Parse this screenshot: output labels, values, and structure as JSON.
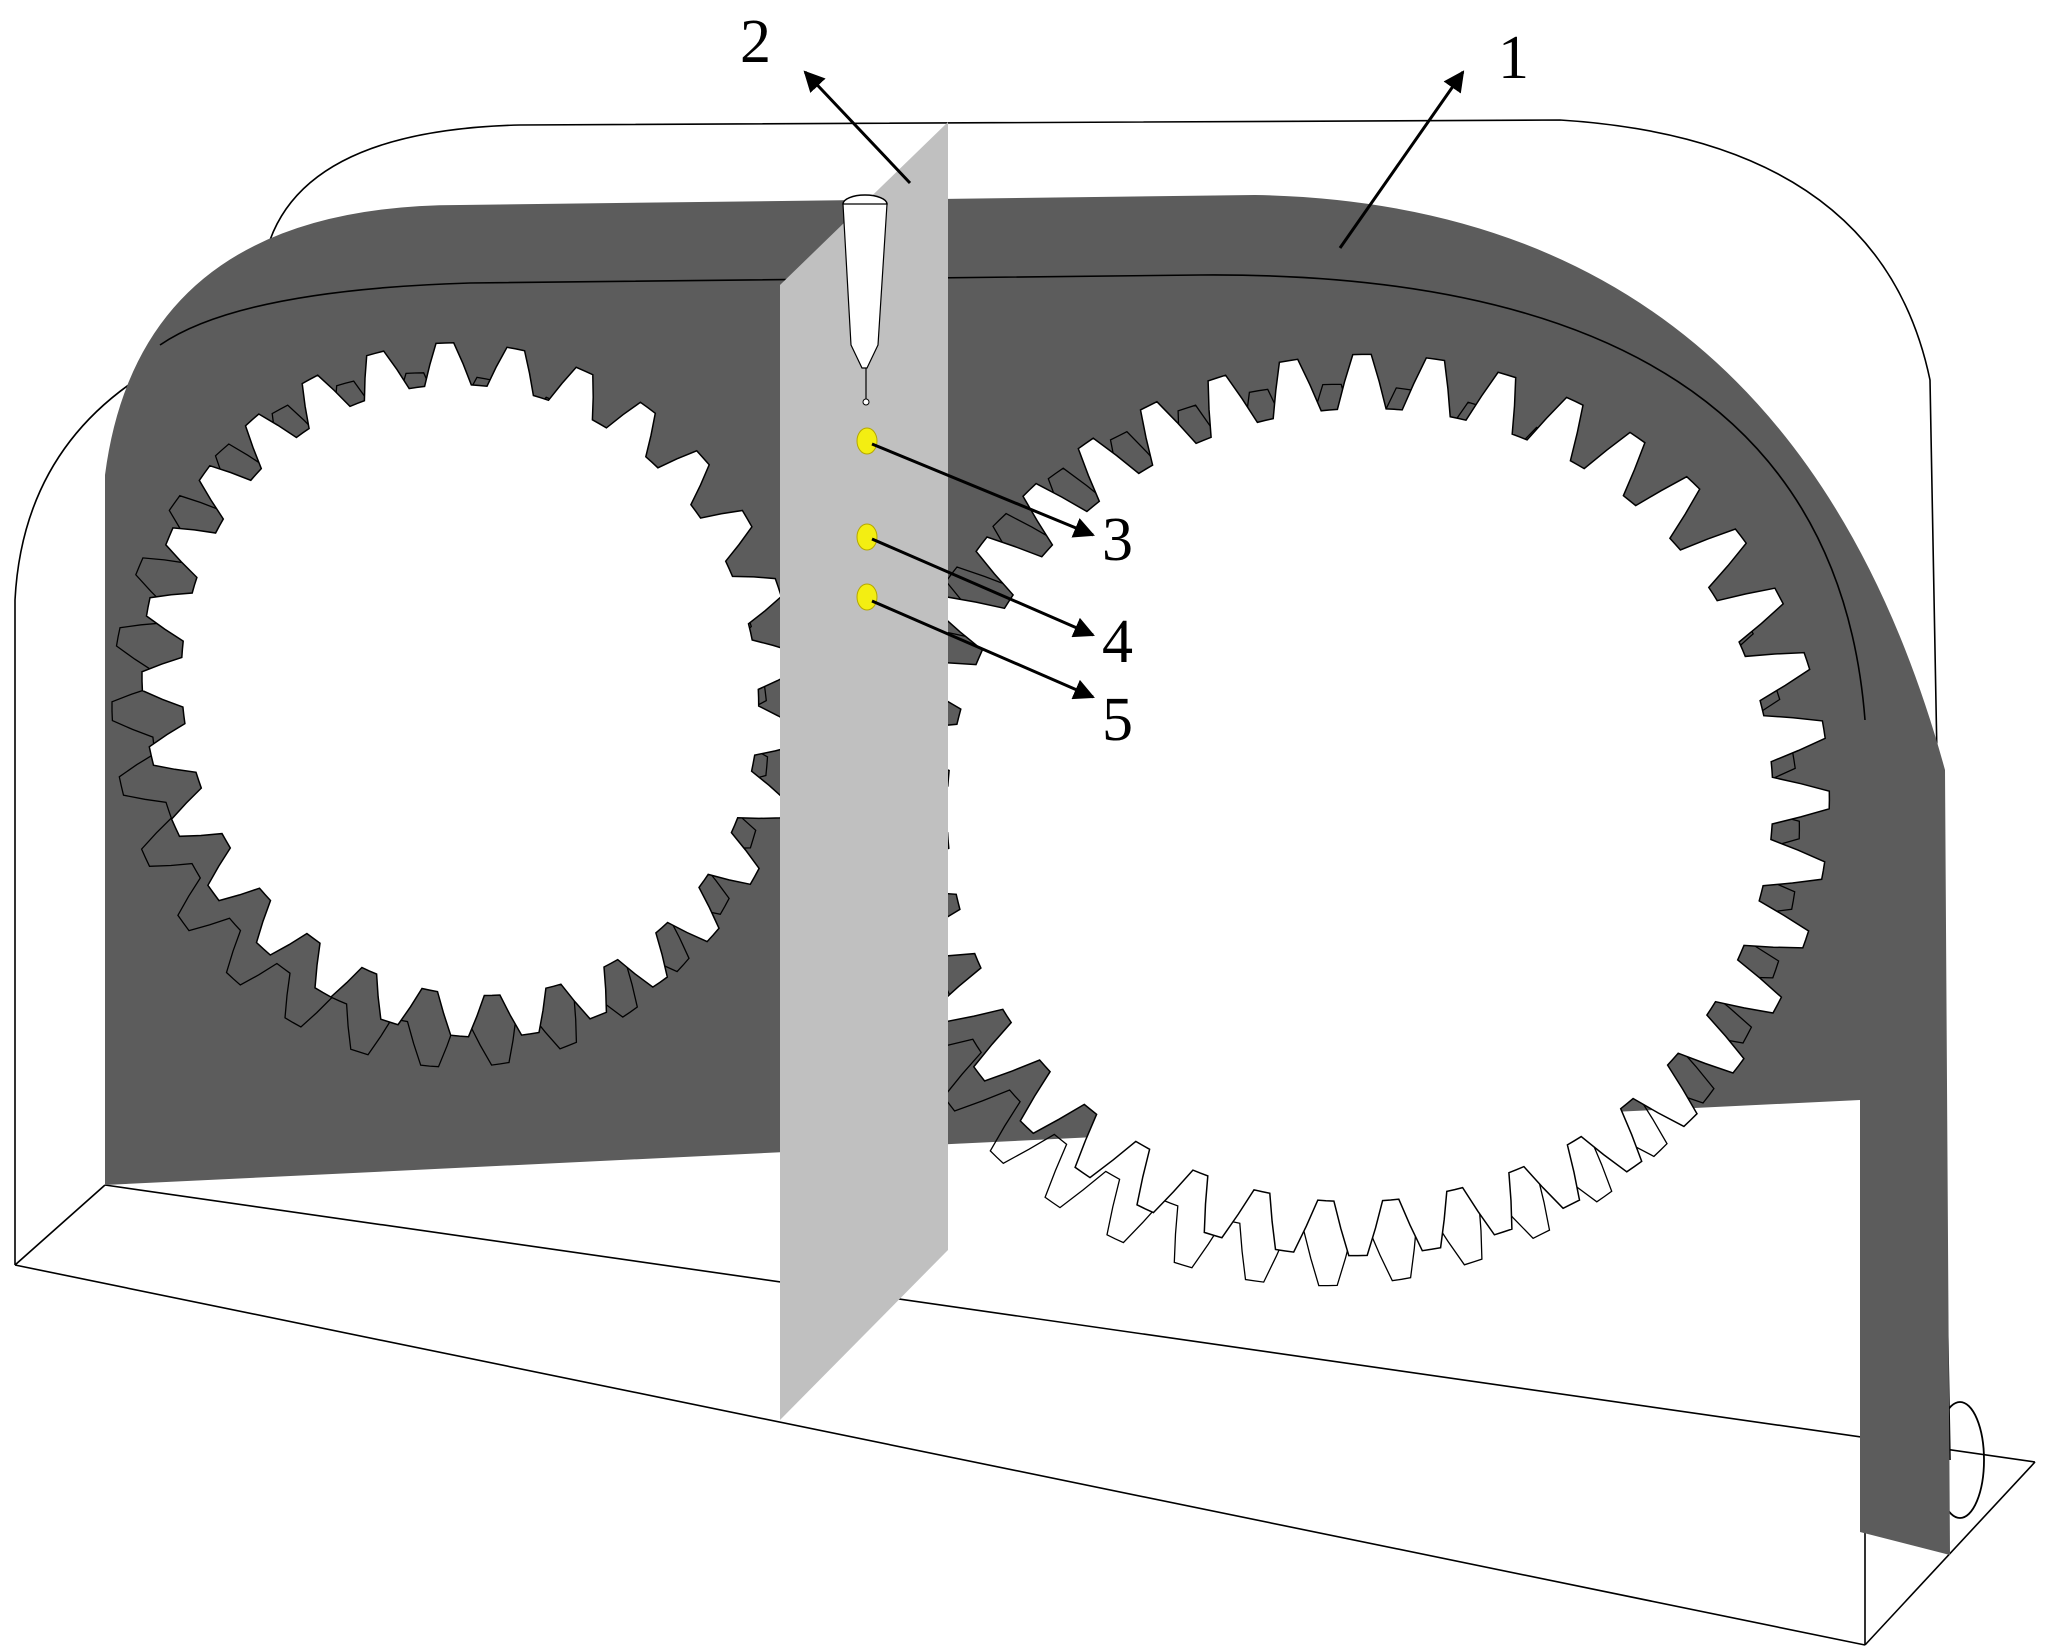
{
  "colors": {
    "background": "#ffffff",
    "housing_face": "#5c5c5c",
    "outline": "#000000",
    "nozzle_plane": "#c0c0c0",
    "oil_droplet": "#f3ee12",
    "gear_fill": "#ffffff"
  },
  "gears": [
    {
      "name": "left-gear",
      "teeth": 29
    },
    {
      "name": "right-gear",
      "teeth": 40
    }
  ],
  "callouts": [
    {
      "id": "1",
      "label": "1"
    },
    {
      "id": "2",
      "label": "2"
    },
    {
      "id": "3",
      "label": "3"
    },
    {
      "id": "4",
      "label": "4"
    },
    {
      "id": "5",
      "label": "5"
    }
  ]
}
